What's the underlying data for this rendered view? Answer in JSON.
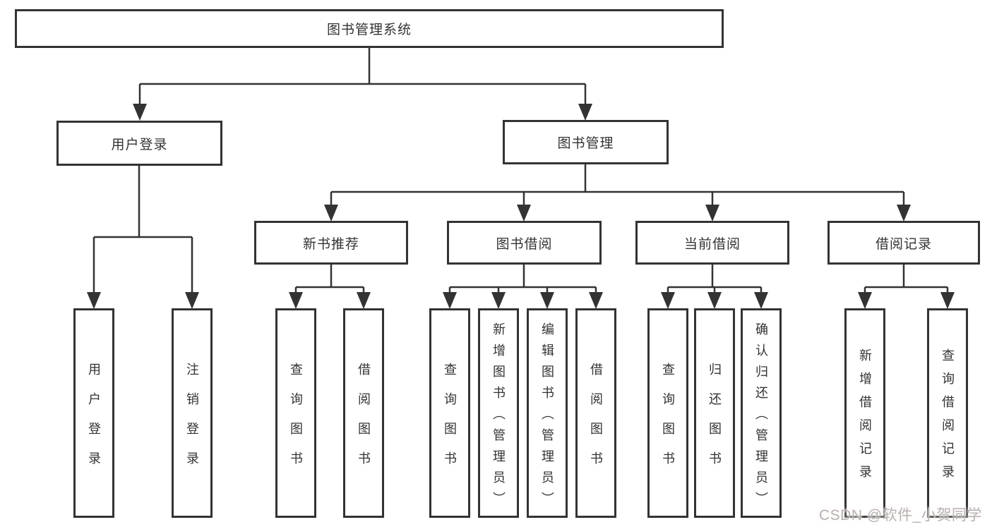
{
  "diagram": {
    "root": {
      "label": "图书管理系统"
    },
    "branches": [
      {
        "label": "用户登录",
        "children": [
          {
            "label": "用户登录"
          },
          {
            "label": "注销登录"
          }
        ]
      },
      {
        "label": "图书管理",
        "children": [
          {
            "label": "新书推荐",
            "children": [
              {
                "label": "查询图书"
              },
              {
                "label": "借阅图书"
              }
            ]
          },
          {
            "label": "图书借阅",
            "children": [
              {
                "label": "查询图书"
              },
              {
                "label": "新增图书（管理员）"
              },
              {
                "label": "编辑图书（管理员）"
              },
              {
                "label": "借阅图书"
              }
            ]
          },
          {
            "label": "当前借阅",
            "children": [
              {
                "label": "查询图书"
              },
              {
                "label": "归还图书"
              },
              {
                "label": "确认归还（管理员）"
              }
            ]
          },
          {
            "label": "借阅记录",
            "children": [
              {
                "label": "新增借阅记录"
              },
              {
                "label": "查询借阅记录"
              }
            ]
          }
        ]
      }
    ],
    "watermark": "CSDN @软件_小贺同学",
    "colors": {
      "line": "#333333",
      "text": "#333333",
      "box_background": "#ffffff",
      "watermark": "#b7b2b2",
      "background": "#ffffff"
    }
  }
}
